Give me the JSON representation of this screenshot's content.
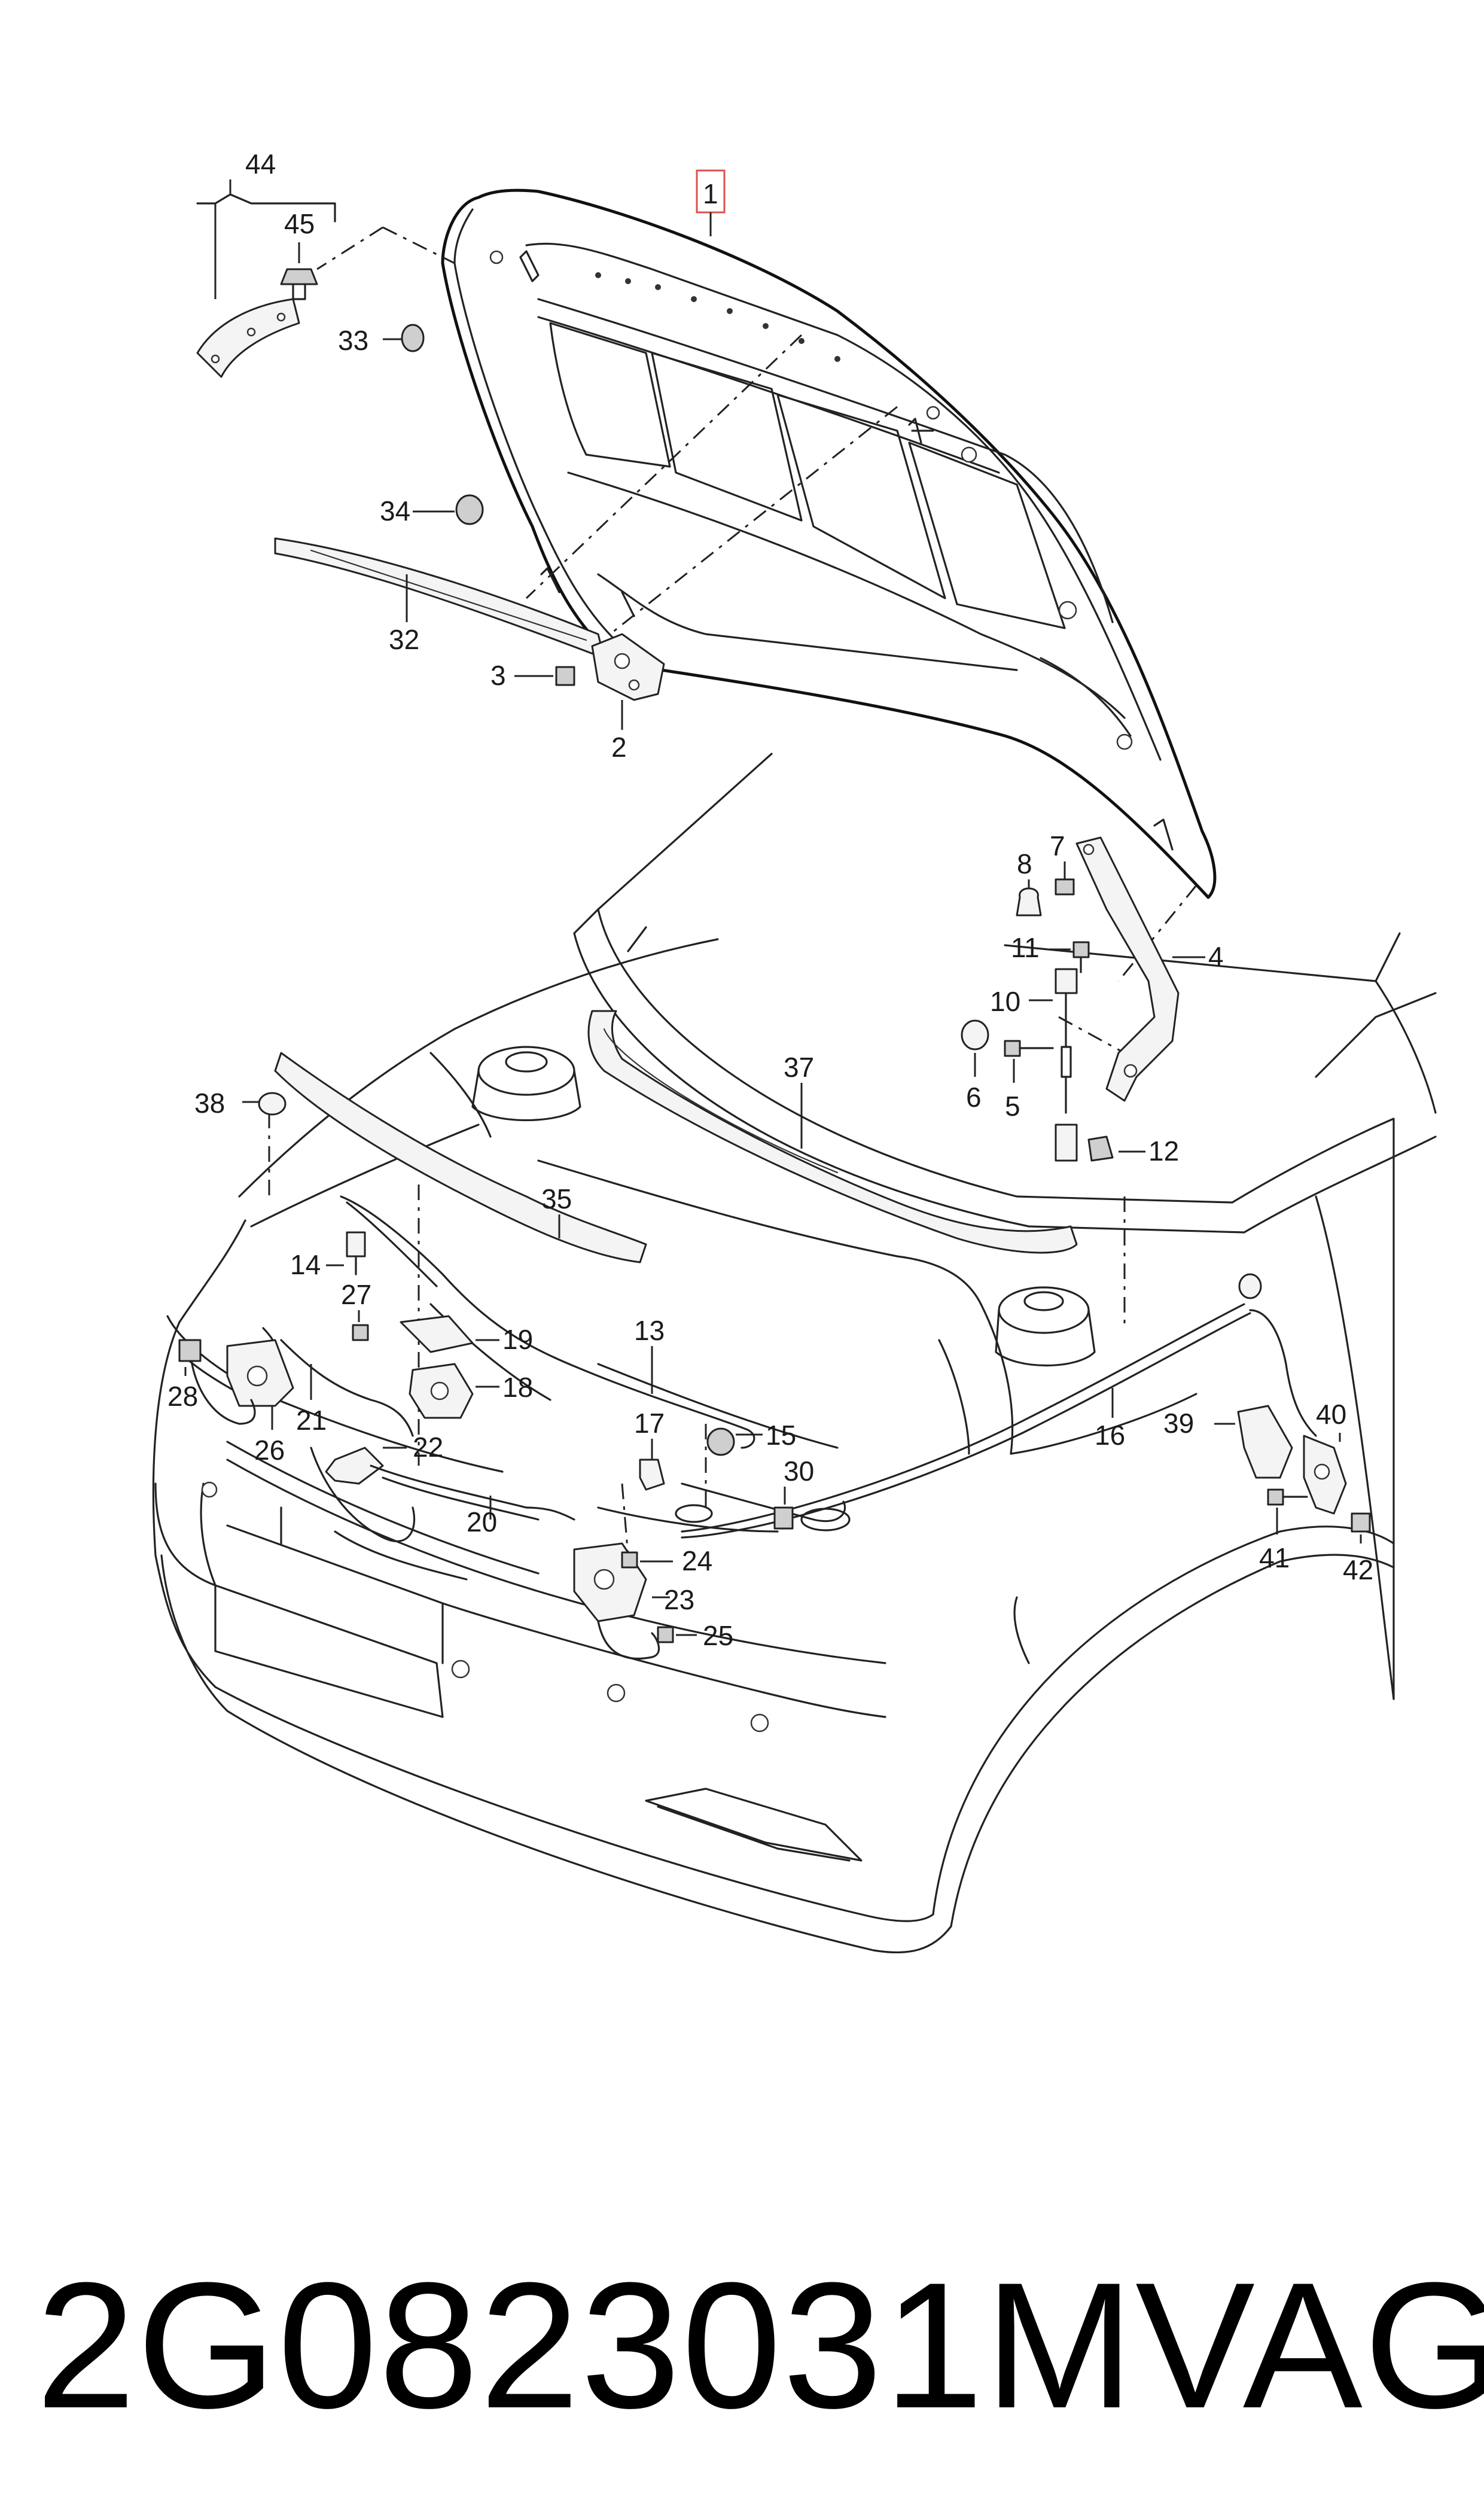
{
  "callouts": {
    "c1": "1",
    "c2": "2",
    "c3": "3",
    "c4": "4",
    "c5": "5",
    "c6": "6",
    "c7": "7",
    "c8": "8",
    "c10": "10",
    "c11": "11",
    "c12": "12",
    "c13": "13",
    "c14": "14",
    "c15": "15",
    "c16": "16",
    "c17": "17",
    "c18": "18",
    "c19": "19",
    "c20": "20",
    "c21": "21",
    "c22": "22",
    "c23": "23",
    "c24": "24",
    "c25": "25",
    "c26": "26",
    "c27": "27",
    "c28": "28",
    "c30": "30",
    "c32": "32",
    "c33": "33",
    "c34": "34",
    "c35": "35",
    "c37": "37",
    "c38": "38",
    "c39": "39",
    "c40": "40",
    "c41": "41",
    "c42": "42",
    "c44": "44",
    "c45": "45"
  },
  "caption": {
    "part_number": "2G0823031M",
    "brand": "VAG"
  },
  "colors": {
    "line": "#222222",
    "highlight_box": "#d9534f",
    "background": "#ffffff"
  }
}
